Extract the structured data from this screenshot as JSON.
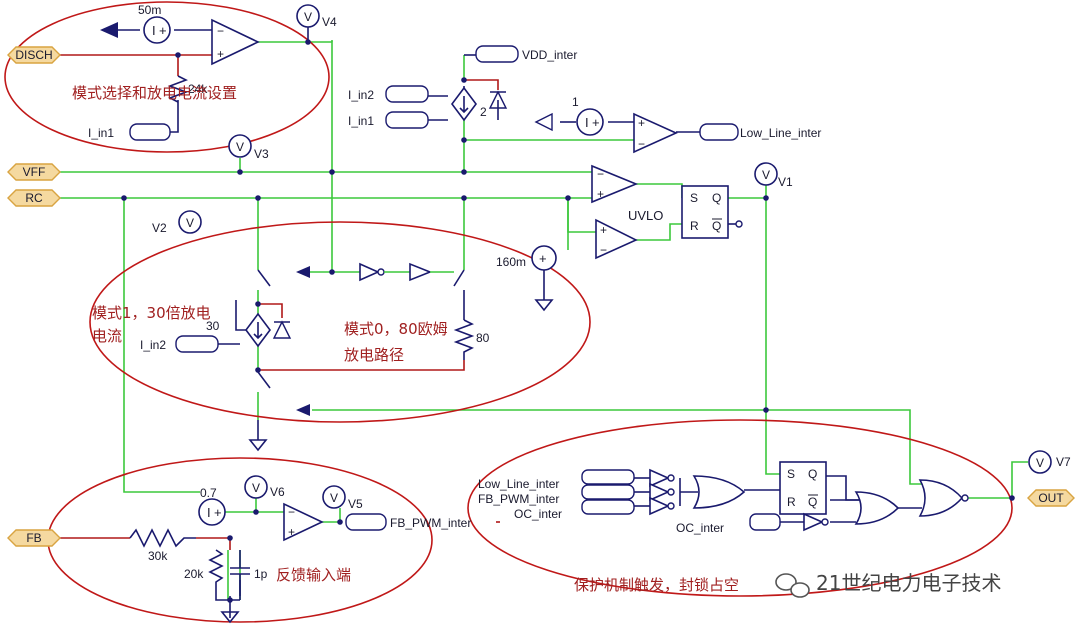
{
  "ports": {
    "disch": "DISCH",
    "vff": "VFF",
    "rc": "RC",
    "fb": "FB",
    "out": "OUT"
  },
  "annotations": {
    "mode_select": "模式选择和放电电流设置",
    "mode1_line1": "模式1，30倍放电",
    "mode1_line2": "电流",
    "mode0_line1": "模式0，80欧姆",
    "mode0_line2": "放电路径",
    "feedback_input": "反馈输入端",
    "protection": "保护机制触发，封锁占空"
  },
  "watermark": "21世纪电力电子技术",
  "probes": {
    "v1": "V1",
    "v2": "V2",
    "v3": "V3",
    "v4": "V4",
    "v5": "V5",
    "v6": "V6",
    "v7": "V7"
  },
  "sources": {
    "current_50m": "50m",
    "current_1": "1",
    "voltage_160m": "160m",
    "current_0_7": "0.7",
    "gain_2": "2",
    "gain_30": "30"
  },
  "components": {
    "r_24k": "24k",
    "r_80": "80",
    "r_30k": "30k",
    "r_20k": "20k",
    "c_1p": "1p",
    "uvlo": "UVLO",
    "s": "S",
    "r": "R",
    "q": "Q",
    "qbar": "Q"
  },
  "net_labels": {
    "vdd_inter": "VDD_inter",
    "low_line_inter": "Low_Line_inter",
    "fb_pwm_inter": "FB_PWM_inter",
    "i_in1_a": "I_in1",
    "i_in2_a": "I_in2",
    "i_in1_b": "I_in1",
    "i_in2_b": "I_in2",
    "in_low_line": "Low_Line_inter",
    "in_fb_pwm": "FB_PWM_inter",
    "in_oc": "OC_inter",
    "oc_inter": "OC_inter"
  },
  "colors": {
    "wire_green": "#3cc83c",
    "wire_red": "#b01818",
    "wire_blue": "#1a1a6e",
    "ellipse": "#c01818",
    "port_fill": "#f5d9a0",
    "port_stroke": "#d9a441"
  }
}
